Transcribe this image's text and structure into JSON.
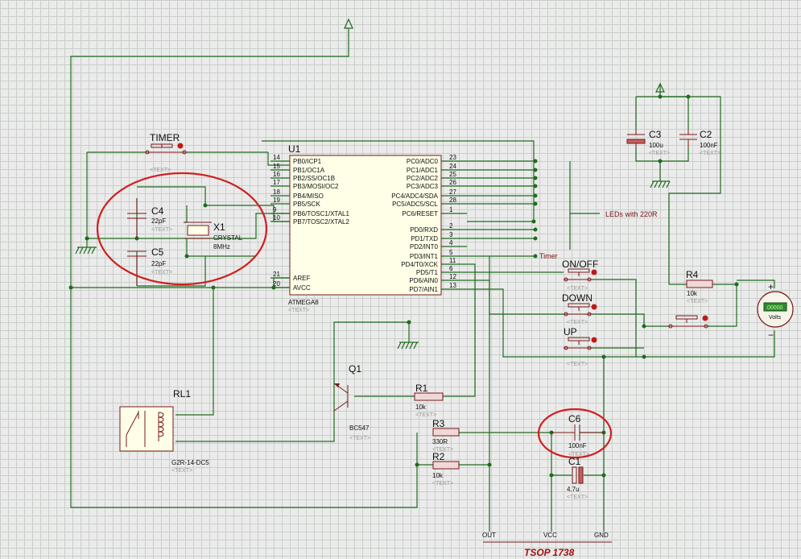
{
  "colors": {
    "wire": "#1f6b1f",
    "body": "#7a1a1a",
    "ic_fill": "#ffffe8",
    "highlight": "#d02020",
    "net_label": "#7a1010"
  },
  "text_placeholder": "<TEXT>",
  "u1": {
    "ref": "U1",
    "part": "ATMEGA8",
    "left_pins": [
      {
        "num": "14",
        "name": "PB0/ICP1"
      },
      {
        "num": "15",
        "name": "PB1/OC1A"
      },
      {
        "num": "16",
        "name": "PB2/SS/OC1B"
      },
      {
        "num": "17",
        "name": "PB3/MOSI/OC2"
      },
      {
        "num": "18",
        "name": "PB4/MISO"
      },
      {
        "num": "19",
        "name": "PB5/SCK"
      },
      {
        "num": "9",
        "name": "PB6/TOSC1/XTAL1"
      },
      {
        "num": "10",
        "name": "PB7/TOSC2/XTAL2"
      },
      {
        "num": "21",
        "name": "AREF"
      },
      {
        "num": "20",
        "name": "AVCC"
      }
    ],
    "right_pins": [
      {
        "num": "23",
        "name": "PC0/ADC0"
      },
      {
        "num": "24",
        "name": "PC1/ADC1"
      },
      {
        "num": "25",
        "name": "PC2/ADC2"
      },
      {
        "num": "26",
        "name": "PC3/ADC3"
      },
      {
        "num": "27",
        "name": "PC4/ADC4/SDA"
      },
      {
        "num": "28",
        "name": "PC5/ADC5/SCL"
      },
      {
        "num": "1",
        "name": "PC6/RESET"
      },
      {
        "num": "2",
        "name": "PD0/RXD"
      },
      {
        "num": "3",
        "name": "PD1/TXD"
      },
      {
        "num": "4",
        "name": "PD2/INT0"
      },
      {
        "num": "5",
        "name": "PD3/INT1"
      },
      {
        "num": "11",
        "name": "PD4/T0/XCK"
      },
      {
        "num": "6",
        "name": "PD5/T1"
      },
      {
        "num": "12",
        "name": "PD6/AIN0"
      },
      {
        "num": "13",
        "name": "PD7/AIN1"
      }
    ]
  },
  "components": {
    "timer": {
      "ref": "TIMER"
    },
    "c4": {
      "ref": "C4",
      "value": "22pF"
    },
    "c5": {
      "ref": "C5",
      "value": "22pF"
    },
    "x1": {
      "ref": "X1",
      "value": "CRYSTAL",
      "freq": "8MHz"
    },
    "c3": {
      "ref": "C3",
      "value": "100u"
    },
    "c2": {
      "ref": "C2",
      "value": "100nF"
    },
    "onoff": {
      "ref": "ON/OFF"
    },
    "down": {
      "ref": "DOWN"
    },
    "up": {
      "ref": "UP"
    },
    "r4": {
      "ref": "R4",
      "value": "10k"
    },
    "q1": {
      "ref": "Q1",
      "value": "BC547"
    },
    "r1": {
      "ref": "R1",
      "value": "10k"
    },
    "r3": {
      "ref": "R3",
      "value": "330R"
    },
    "r2": {
      "ref": "R2",
      "value": "10k"
    },
    "rl1": {
      "ref": "RL1",
      "value": "G2R-14-DC5"
    },
    "c6": {
      "ref": "C6",
      "value": "100nF"
    },
    "c1": {
      "ref": "C1",
      "value": "4.7u"
    },
    "voltmeter": {
      "reading": ".00000",
      "unit": "Volts",
      "plus": "+",
      "minus": "−"
    }
  },
  "net_labels": {
    "leds": "LEDs with 220R",
    "timer": "Timer"
  },
  "tsop": {
    "out": "OUT",
    "vcc": "VCC",
    "gnd": "GND",
    "name": "TSOP 1738"
  }
}
